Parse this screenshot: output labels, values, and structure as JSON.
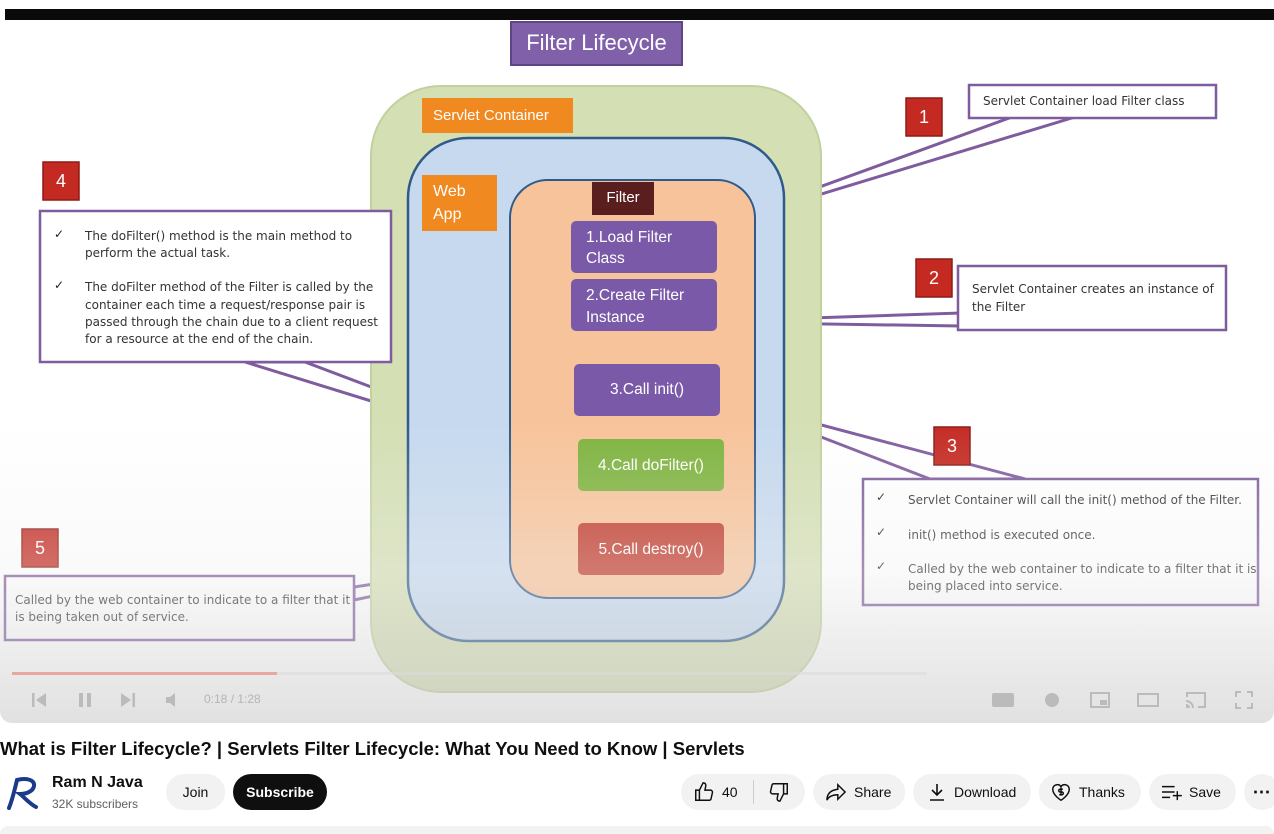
{
  "video": {
    "slide": {
      "title": "Filter Lifecycle",
      "servlet_container_label": "Servlet Container",
      "web_app_label_line1": "Web",
      "web_app_label_line2": "App",
      "filter_label": "Filter",
      "steps": [
        {
          "line1": "1.Load Filter",
          "line2": "Class"
        },
        {
          "line1": "2.Create Filter",
          "line2": "Instance"
        },
        {
          "line1": "3.Call init()"
        },
        {
          "line1": "4.Call doFilter()"
        },
        {
          "line1": "5.Call destroy()"
        }
      ],
      "markers": [
        "1",
        "2",
        "3",
        "4",
        "5"
      ],
      "callout1": "Servlet Container load  Filter class",
      "callout2_line1": "Servlet Container creates an instance of",
      "callout2_line2": "the Filter",
      "callout3": [
        {
          "line1": "Servlet Container will call the init() method of the Filter."
        },
        {
          "line1": "init() method is  executed once."
        },
        {
          "line1": "Called by the web container to indicate to a filter that it is",
          "line2": "being placed into service."
        }
      ],
      "callout4": [
        {
          "line1": "The doFilter() method is the main method to",
          "line2": "perform the actual task."
        },
        {
          "line1": "The doFilter method of the Filter is called by the",
          "line2": "container each time a request/response pair is",
          "line3": "passed through the chain due to a client request",
          "line4": "for a resource at the end of the chain."
        }
      ],
      "callout5_line1": "Called by the web container to indicate to a filter that it",
      "callout5_line2": "is being taken out of service.",
      "check_mark": "✓",
      "colors": {
        "title_bg": "#8060a8",
        "servlet_container": "#d4dfb4",
        "web_app": "#c6d9ef",
        "filter_area": "#f7c39a",
        "step_purple": "#7a5aa8",
        "step_green": "#7eb33e",
        "step_red": "#c0392b",
        "label_orange": "#f0891f",
        "filter_label": "#5a1e1e",
        "marker_red": "#c42a22",
        "callout_border": "#7f5c9e"
      }
    },
    "player": {
      "current_time": "0:18",
      "duration": "1:28",
      "time_display": "0:18 / 1:28",
      "progress_fraction": 0.29,
      "cc_label": "CC"
    }
  },
  "info": {
    "title": "What is Filter Lifecycle? | Servlets Filter Lifecycle: What You Need to Know | Servlets",
    "channel_name": "Ram N Java",
    "subscribers": "32K subscribers",
    "join_label": "Join",
    "subscribe_label": "Subscribe",
    "like_count": "40",
    "share_label": "Share",
    "download_label": "Download",
    "thanks_label": "Thanks",
    "save_label": "Save",
    "more_label": "⋯",
    "logo_letter": "R"
  }
}
